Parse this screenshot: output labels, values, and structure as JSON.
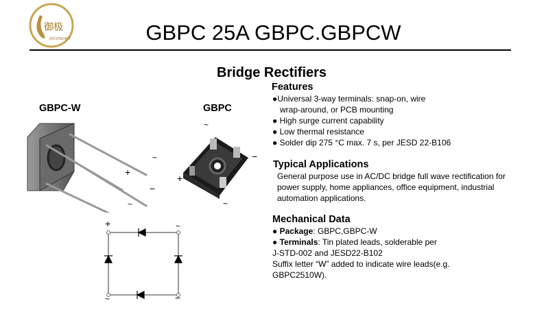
{
  "logo": {
    "text": "ASCENDANT",
    "color": "#b8913a"
  },
  "header": {
    "title": "GBPC 25A  GBPC.GBPCW"
  },
  "subtitle": "Bridge Rectifiers",
  "packages": {
    "gbpc_w": {
      "label": "GBPC-W",
      "terminals": [
        "~",
        "+",
        "−",
        "~"
      ]
    },
    "gbpc": {
      "label": "GBPC",
      "terminals": [
        "~",
        "−",
        "+",
        "~"
      ]
    }
  },
  "circuit": {
    "terminals": [
      "+",
      "~",
      "~",
      "−"
    ]
  },
  "features": {
    "heading": "Features",
    "items": [
      "●Universal 3-way terminals: snap-on, wire",
      "wrap-around, or PCB mounting",
      "● High surge current capability",
      "● Low thermal resistance",
      "● Solder dip 275 °C max. 7 s, per JESD 22-B106"
    ]
  },
  "applications": {
    "heading": "Typical Applications",
    "lines": [
      "General purpose use in AC/DC bridge full wave rectification for",
      "power supply, home appliances, office equipment, industrial",
      "automation applications."
    ]
  },
  "mechanical": {
    "heading": "Mechanical Data",
    "package_label": "Package",
    "package_value": ": GBPC,GBPC-W",
    "terminals_label": "Terminals",
    "terminals_value": ": Tin plated leads, solderable per",
    "lines": [
      "J-STD-002 and JESD22-B102",
      "Suffix letter “W” added to indicate wire leads(e.g.",
      "GBPC2510W)."
    ]
  }
}
